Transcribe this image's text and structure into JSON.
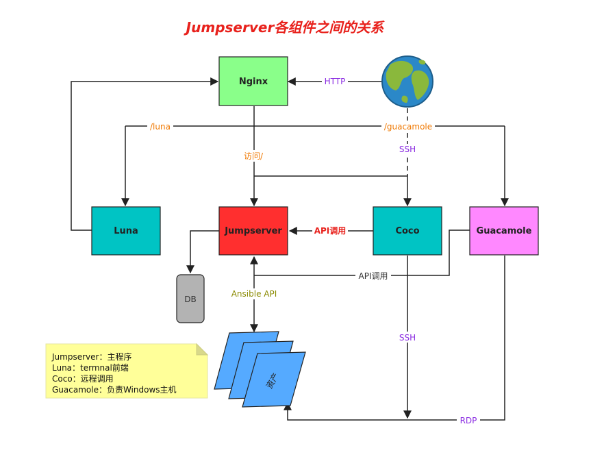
{
  "title": "Jumpserver各组件之间的关系",
  "nodes": {
    "nginx": "Nginx",
    "jumpserver": "Jumpserver",
    "luna": "Luna",
    "coco": "Coco",
    "guacamole": "Guacamole",
    "db": "DB",
    "assets": "资产"
  },
  "edges": {
    "http": "HTTP",
    "luna_path": "/luna",
    "guacamole_path": "/guacamole",
    "visit": "访问/",
    "ssh_top": "SSH",
    "api_coco": "API调用",
    "api_guacamole": "API调用",
    "ansible": "Ansible API",
    "ssh_bottom": "SSH",
    "rdp": "RDP"
  },
  "note": {
    "lines": [
      "Jumpserver：主程序",
      "Luna：termnal前端",
      "Coco：远程调用",
      "Guacamole：负责Windows主机"
    ]
  },
  "colors": {
    "title": "#e8211c",
    "nginx_fill": "#8aff8a",
    "jumpserver_fill": "#ff2f2f",
    "luna_fill": "#00c4c4",
    "coco_fill": "#00c4c4",
    "guacamole_fill": "#ff88ff",
    "db_fill": "#b3b3b3",
    "assets_fill": "#55aaff",
    "note_fill": "#ffff99",
    "orange_label": "#f07800",
    "purple_label": "#8a2be2",
    "red_label": "#e8211c",
    "olive_label": "#8a8a00",
    "line": "#222222"
  }
}
